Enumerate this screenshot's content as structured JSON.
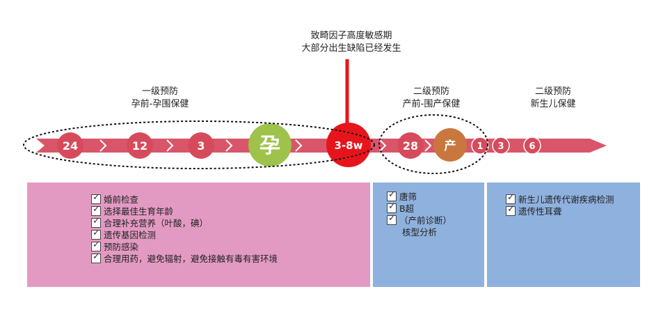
{
  "critical_period": {
    "line1": "致畸因子高度敏感期",
    "line2": "大部分出生缺陷已经发生"
  },
  "stages": [
    {
      "title": "一级预防",
      "subtitle": "孕前-孕围保健"
    },
    {
      "title": "二级预防",
      "subtitle": "产前-围产保健"
    },
    {
      "title": "二级预防",
      "subtitle": "新生儿保健"
    }
  ],
  "timeline": {
    "markers": [
      "24",
      "12",
      "3",
      "孕",
      "3-8w",
      "28",
      "产",
      "1",
      "3",
      "6"
    ],
    "colors": {
      "arrow": "#d9566a",
      "marker": "#d64b5b",
      "pregnancy": "#9ec24a",
      "critical": "#e8141c",
      "birth": "#c9773e"
    }
  },
  "panels": [
    {
      "color": "#e39ac2",
      "items": [
        "婚前检查",
        "选择最佳生育年龄",
        "合理补充营养（叶酸，碘）",
        "遗传基因检测",
        "预防感染",
        "合理用药，避免辐射，避免接触有毒有害环境"
      ]
    },
    {
      "color": "#8fb1de",
      "items": [
        "唐筛",
        "B超",
        "（产前诊断）"
      ],
      "extra": "核型分析"
    },
    {
      "color": "#8fb1de",
      "items": [
        "新生儿遗传代谢疾病检测",
        "遗传性耳聋"
      ]
    }
  ]
}
